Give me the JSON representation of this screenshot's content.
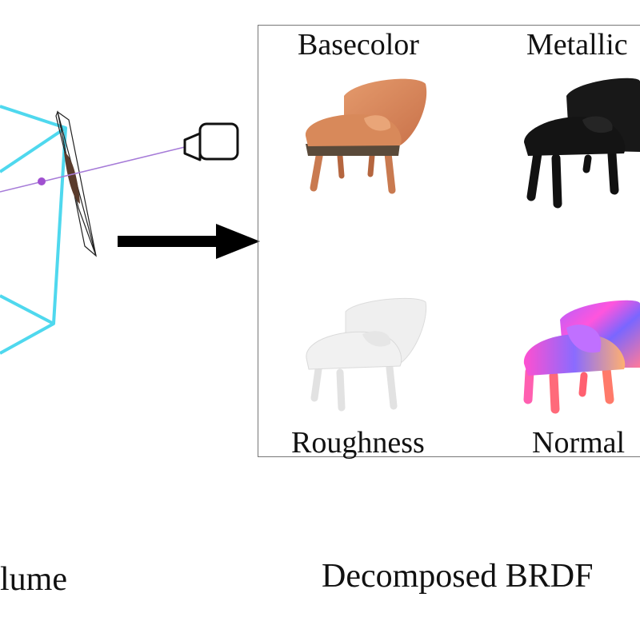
{
  "panel": {
    "labels": {
      "basecolor": "Basecolor",
      "metallic": "Metallic",
      "roughness": "Roughness",
      "normal": "Normal"
    }
  },
  "captions": {
    "left": "lume",
    "right": "Decomposed BRDF"
  },
  "colors": {
    "volume_edges": "#4fd8ee",
    "ray": "#a67bd8",
    "ray_point": "#a050d0",
    "arrow": "#000000",
    "basecolor_chair": "#d8895a",
    "metallic_chair": "#141414",
    "roughness_chair": "#ececec",
    "normal_chair_a": "#ff4fd8",
    "normal_chair_b": "#7a5cff"
  },
  "icons": [
    "camera-icon",
    "arrow-icon"
  ]
}
